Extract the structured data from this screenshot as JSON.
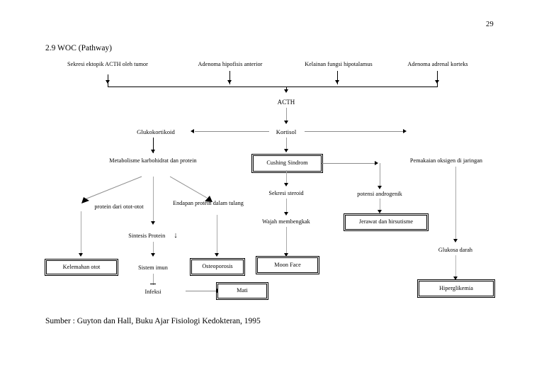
{
  "page": {
    "number": "29",
    "title": "2.9 WOC (Pathway)",
    "source": "Sumber : Guyton dan Hall, Buku Ajar Fisiologi Kedokteran, 1995"
  },
  "diagram": {
    "type": "flowchart",
    "nodes": {
      "ectopic_acth": "Sekresi ektopik ACTH oleh tumor",
      "adenoma_hipofisis": "Adenoma hipofisis anterior",
      "kelainan_hipotalamus": "Kelainan fungsi hipotalamus",
      "adenoma_adrenal": "Adenoma adrenal korteks",
      "acth": "ACTH",
      "kortisol": "Kortisol",
      "glukokortikoid": "Glukokortikoid",
      "metabolisme": "Metabolisme karbohidrat dan protein",
      "protein_otot": "protein dari otot-otot",
      "endapan_protein": "Endapan protein dalam tulang",
      "sintesis_protein": "Sintesis Protein",
      "sintesis_protein_arrow": "↓",
      "kelemahan_otot": "Kelemahan otot",
      "sistem_imun": "Sistem imun",
      "osteoporosis": "Osteoporosis",
      "infeksi": "Infeksi",
      "mati": "Mati",
      "cushing_sindrom": "Cushing Sindrom",
      "sekresi_steroid": "Sekresi steroid",
      "wajah_membengkak": "Wajah membengkak",
      "moon_face": "Moon Face",
      "potensi_androgenik": "potensi androgenik",
      "jerawat_hirsutisme": "Jerawat dan hirsutisme",
      "pemakaian_oksigen": "Pemakaian oksigen di jaringan",
      "glukosa_darah": "Glukosa darah",
      "hiperglikemia": "Hiperglikemia"
    },
    "boxed_nodes": [
      "cushing_sindrom",
      "kelemahan_otot",
      "osteoporosis",
      "moon_face",
      "mati",
      "jerawat_hirsutisme",
      "hiperglikemia"
    ],
    "line_color": "#000000"
  }
}
